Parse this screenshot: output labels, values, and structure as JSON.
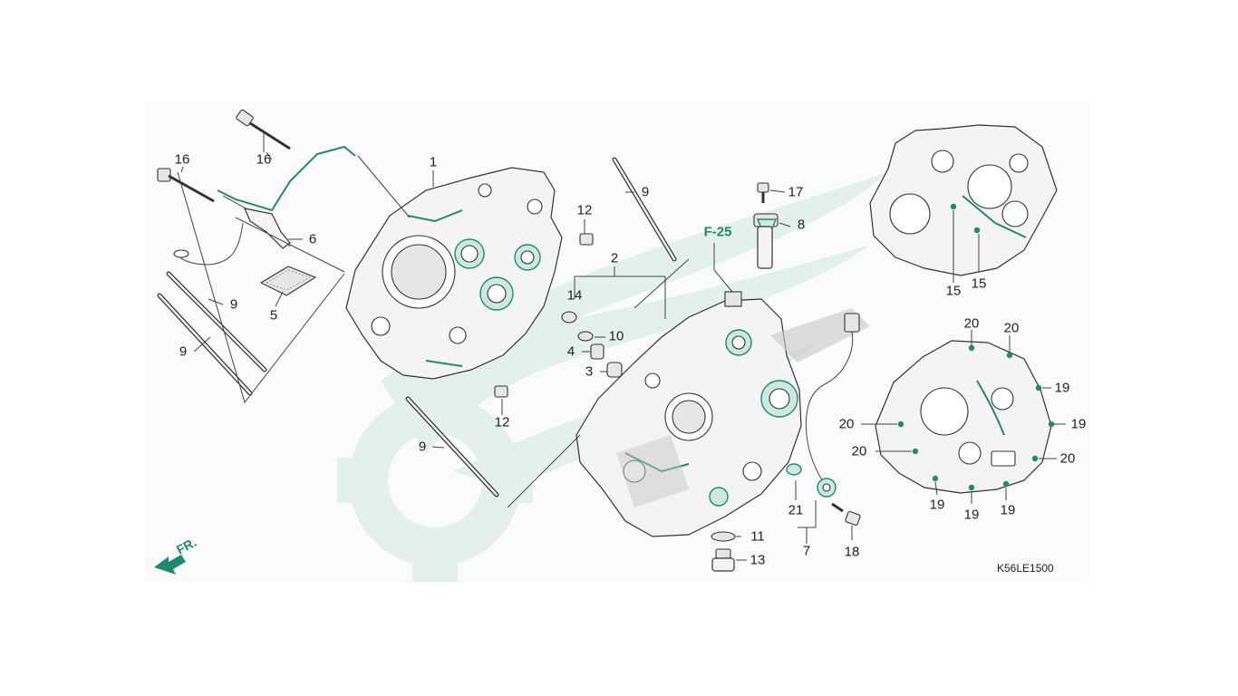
{
  "callouts": {
    "c16a": "16",
    "c16b": "16",
    "c1": "1",
    "c9a": "9",
    "c12a": "12",
    "c6": "6",
    "c5": "5",
    "c9b": "9",
    "c9c": "9",
    "c2": "2",
    "c14": "14",
    "c10": "10",
    "c4": "4",
    "c3": "3",
    "c12b": "12",
    "c9d": "9",
    "c17": "17",
    "c8": "8",
    "c15a": "15",
    "c15b": "15",
    "c20a": "20",
    "c20b": "20",
    "c19a": "19",
    "c19b": "19",
    "c20c": "20",
    "c20d": "20",
    "c20e": "20",
    "c19c": "19",
    "c19d": "19",
    "c19e": "19",
    "c21": "21",
    "c7": "7",
    "c18": "18",
    "c11": "11",
    "c13": "13"
  },
  "ref_label": "F-25",
  "front_label": "FR.",
  "diagram_code": "K56LE1500",
  "colors": {
    "accent": "#1f8a70",
    "watermark": "#e3f0ec"
  }
}
